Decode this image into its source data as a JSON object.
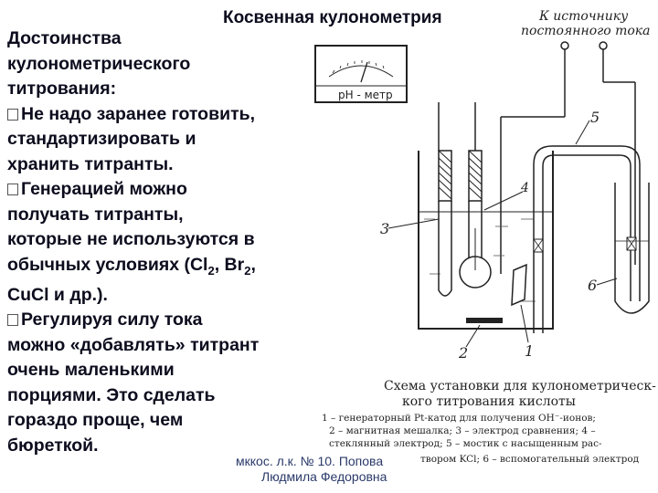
{
  "slide": {
    "title": "Косвенная кулонометрия",
    "text_lines": [
      {
        "bullet": false,
        "text": "Достоинства"
      },
      {
        "bullet": false,
        "text": "кулонометрического"
      },
      {
        "bullet": false,
        "text": "титрования:"
      },
      {
        "bullet": true,
        "text": "Не надо заранее готовить,"
      },
      {
        "bullet": false,
        "text": "стандартизировать и"
      },
      {
        "bullet": false,
        "text": "хранить титранты."
      },
      {
        "bullet": true,
        "text": "Генерацией можно"
      },
      {
        "bullet": false,
        "text": "получать титранты,"
      },
      {
        "bullet": false,
        "text": "которые не используются в"
      },
      {
        "bullet": false,
        "text": "обычных условиях (Cl2, Br2,"
      },
      {
        "bullet": false,
        "text": "CuCl и др.)."
      },
      {
        "bullet": true,
        "text": "Регулируя силу тока"
      },
      {
        "bullet": false,
        "text": "можно «добавлять» титрант"
      },
      {
        "bullet": false,
        "text": "очень маленькими"
      },
      {
        "bullet": false,
        "text": "порциями. Это сделать"
      },
      {
        "bullet": false,
        "text": "гораздо проще, чем"
      },
      {
        "bullet": false,
        "text": "бюреткой."
      }
    ],
    "footer_line1": "мккос. л.к. № 10. Попова",
    "footer_line2": "Людмила Федоровна"
  },
  "diagram": {
    "source_label_1": "К источнику",
    "source_label_2": "постоянного тока",
    "meter_label": "pH - метр",
    "part_numbers": [
      "1",
      "2",
      "3",
      "4",
      "5",
      "6"
    ],
    "caption_line1": "Схема установки для кулонометрическ-",
    "caption_line2": "кого титрования кислоты",
    "legend_line1": "1 – генераторный Pt-катод для получения ОН⁻-ионов;",
    "legend_line2": "2 – магнитная мешалка; 3 – электрод сравнения; 4 –",
    "legend_line3": "стеклянный электрод; 5 – мостик с насыщенным рас-",
    "legend_line4": "твором KCl; 6 – вспомогательный электрод"
  }
}
